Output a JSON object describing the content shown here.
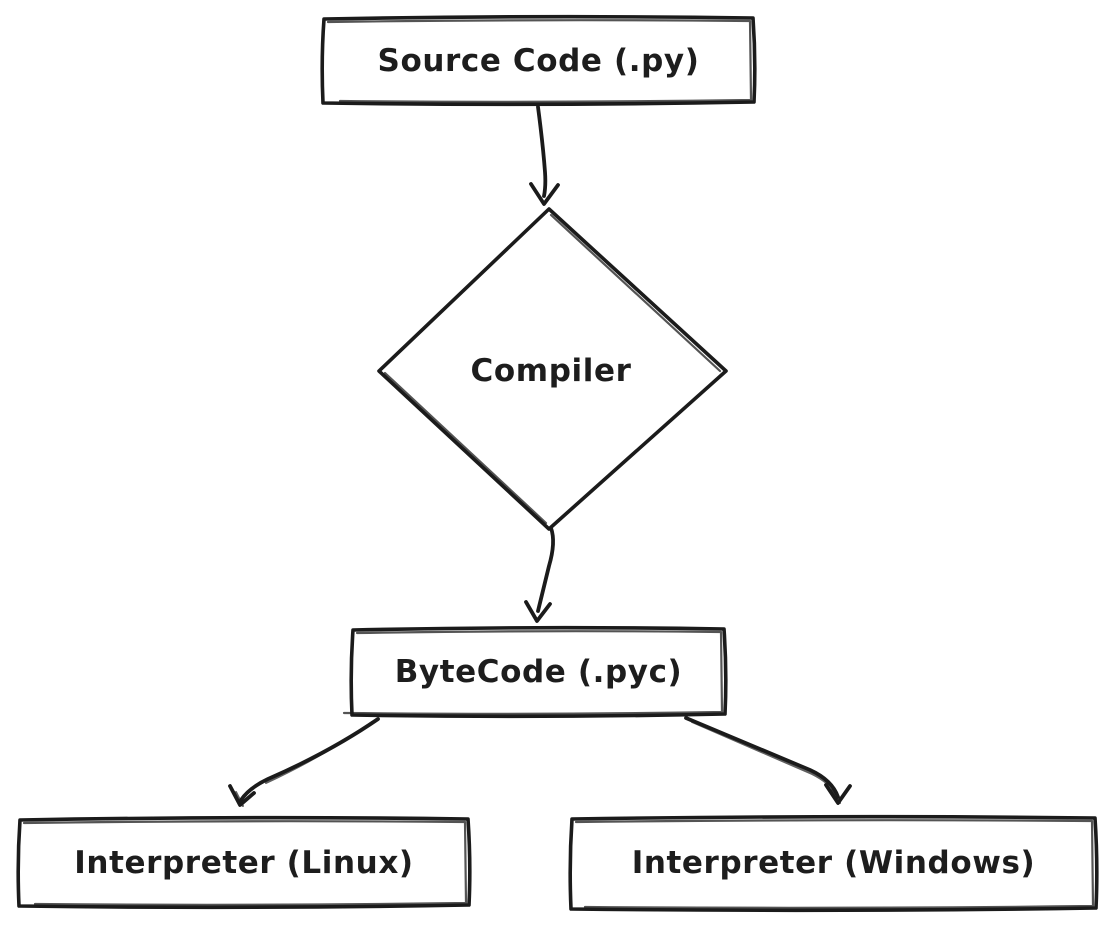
{
  "diagram": {
    "type": "flowchart",
    "background_color": "#ffffff",
    "stroke_color": "#1b1b1b",
    "nodes": [
      {
        "id": "source-code",
        "shape": "rectangle",
        "label": "Source Code (.py)"
      },
      {
        "id": "compiler",
        "shape": "diamond",
        "label": "Compiler"
      },
      {
        "id": "bytecode",
        "shape": "rectangle",
        "label": "ByteCode (.pyc)"
      },
      {
        "id": "interpreter-linux",
        "shape": "rectangle",
        "label": "Interpreter (Linux)"
      },
      {
        "id": "interpreter-windows",
        "shape": "rectangle",
        "label": "Interpreter (Windows)"
      }
    ],
    "edges": [
      {
        "from": "source-code",
        "to": "compiler"
      },
      {
        "from": "compiler",
        "to": "bytecode"
      },
      {
        "from": "bytecode",
        "to": "interpreter-linux"
      },
      {
        "from": "bytecode",
        "to": "interpreter-windows"
      }
    ]
  }
}
